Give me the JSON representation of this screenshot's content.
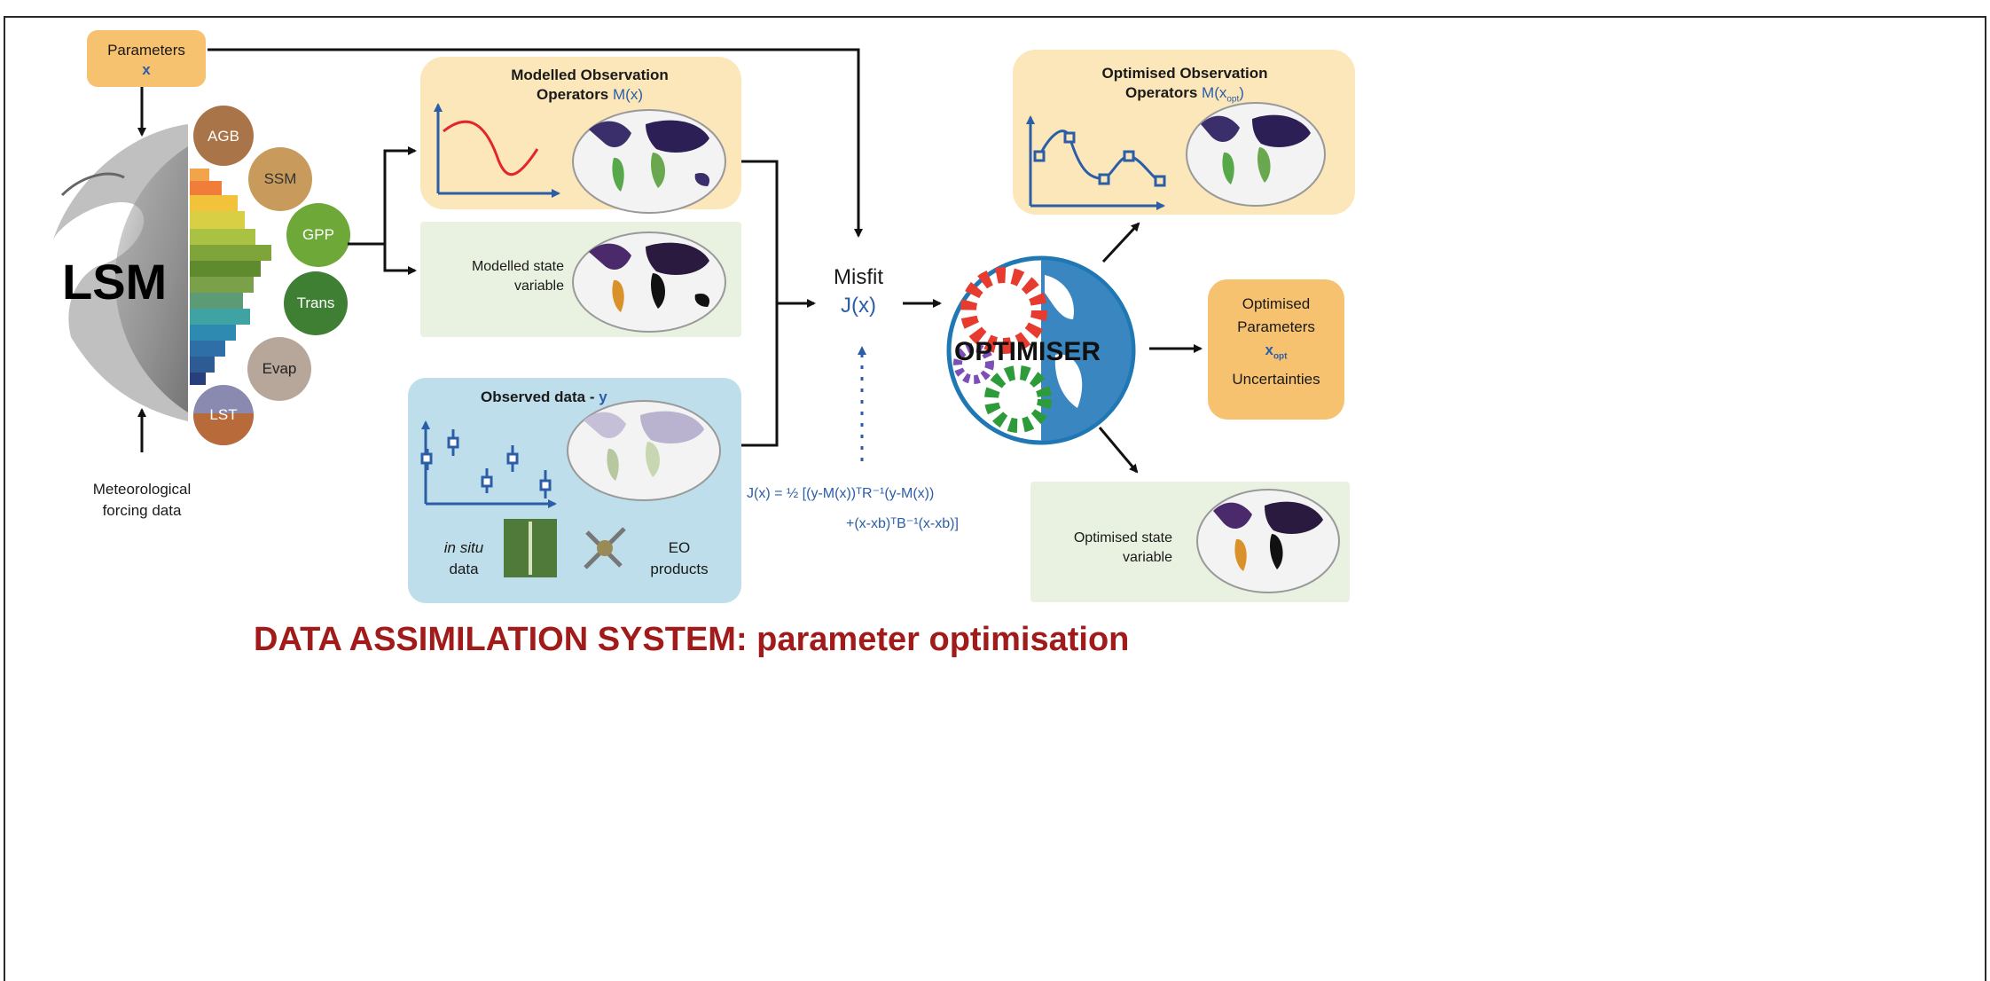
{
  "parameters": {
    "line1": "Parameters",
    "line2": "x"
  },
  "lsm_label": "LSM",
  "variables": [
    "AGB",
    "SSM",
    "GPP",
    "Trans",
    "Evap",
    "LST"
  ],
  "forcing": {
    "line1": "Meteorological",
    "line2": "forcing data"
  },
  "modelled_obs": {
    "line1": "Modelled Observation",
    "line2": "Operators",
    "math": "M(x)"
  },
  "modelled_state": {
    "line1": "Modelled state",
    "line2": "variable"
  },
  "observed": {
    "title": "Observed data - ",
    "y": "y",
    "insitu_italic": "in situ",
    "insitu_data": "data",
    "eo1": "EO",
    "eo2": "products"
  },
  "misfit": {
    "label": "Misfit",
    "math": "J(x)"
  },
  "equation": {
    "line1": "J(x) = ½ [(y-M(x))ᵀR⁻¹(y-M(x))",
    "line2": "+(x-xb)ᵀB⁻¹(x-xb)]"
  },
  "optimiser_label": "OPTIMISER",
  "optimised_obs": {
    "line1": "Optimised Observation",
    "line2": "Operators",
    "math": "M(x",
    "math_sub": "opt",
    "math_close": ")"
  },
  "optimised_params": {
    "line1": "Optimised",
    "line2": "Parameters",
    "line3": "x",
    "line3_sub": "opt",
    "line4": "Uncertainties"
  },
  "optimised_state": {
    "line1": "Optimised state",
    "line2": "variable"
  },
  "footer_title": "DATA ASSIMILATION SYSTEM: parameter optimisation",
  "colors": {
    "yellow": "#fbe7b9",
    "green": "#e9f1e1",
    "blue": "#bfdeeb",
    "orange": "#f7c270",
    "title_red": "#a11b1b",
    "math_blue": "#2b5ea7"
  }
}
